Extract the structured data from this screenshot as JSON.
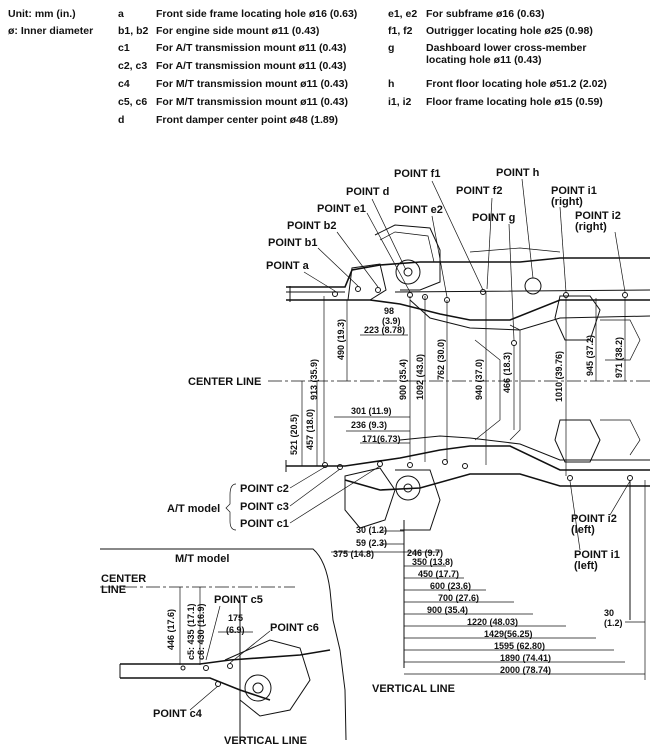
{
  "legend": {
    "unit": "Unit: mm (in.)",
    "diameter_note": "ø: Inner diameter",
    "left_items": [
      {
        "code": "a",
        "text": "Front side frame locating hole ø16 (0.63)"
      },
      {
        "code": "b1, b2",
        "text": "For engine side mount ø11 (0.43)"
      },
      {
        "code": "c1",
        "text": "For A/T transmission mount ø11 (0.43)"
      },
      {
        "code": "c2, c3",
        "text": "For A/T transmission mount ø11 (0.43)"
      },
      {
        "code": "c4",
        "text": "For M/T transmission mount ø11 (0.43)"
      },
      {
        "code": "c5, c6",
        "text": "For M/T transmission mount ø11 (0.43)"
      },
      {
        "code": "d",
        "text": "Front damper center point ø48 (1.89)"
      }
    ],
    "right_items": [
      {
        "code": "e1, e2",
        "text": "For subframe ø16 (0.63)"
      },
      {
        "code": "f1, f2",
        "text": "Outrigger locating hole ø25 (0.98)"
      },
      {
        "code": "g",
        "text": "Dashboard lower cross-member",
        "text2": "locating hole ø11 (0.43)"
      },
      {
        "code": "h",
        "text": "Front floor locating hole ø51.2 (2.02)"
      },
      {
        "code": "i1, i2",
        "text": "Floor frame locating hole ø15 (0.59)"
      }
    ]
  },
  "points": {
    "h": "POINT h",
    "f1": "POINT f1",
    "f2": "POINT f2",
    "d": "POINT d",
    "i1_right": "POINT i1",
    "i1_right_sub": "(right)",
    "e1": "POINT e1",
    "e2": "POINT e2",
    "g": "POINT g",
    "i2_right": "POINT i2",
    "i2_right_sub": "(right)",
    "b2": "POINT b2",
    "b1": "POINT b1",
    "a": "POINT a",
    "c2": "POINT c2",
    "c3": "POINT c3",
    "c1": "POINT c1",
    "i2_left": "POINT i2",
    "i2_left_sub": "(left)",
    "i1_left": "POINT i1",
    "i1_left_sub": "(left)",
    "c5": "POINT c5",
    "c6": "POINT c6",
    "c4": "POINT c4"
  },
  "labels": {
    "center_line": "CENTER LINE",
    "at_model": "A/T model",
    "mt_model": "M/T model",
    "inset_center_1": "CENTER",
    "inset_center_2": "LINE",
    "vertical_line": "VERTICAL LINE"
  },
  "dims": {
    "d98a": "98",
    "d98b": "(3.9)",
    "d223": "223 (8.78)",
    "d913": "913 (35.9)",
    "d490": "490 (19.3)",
    "d900": "900 (35.4)",
    "d1092": "1092 (43.0)",
    "d762": "762 (30.0)",
    "d940": "940 (37.0)",
    "d466": "466 (18.3)",
    "d1010": "1010 (39.76)",
    "d945": "945 (37.2)",
    "d971": "971 (38.2)",
    "d521": "521 (20.5)",
    "d457": "457 (18.0)",
    "d301": "301 (11.9)",
    "d236": "236 (9.3)",
    "d171": "171(6.73)",
    "d30a": "30 (1.2)",
    "d59": "59 (2.3)",
    "d375": "375 (14.8)",
    "d246": "246 (9.7)",
    "d350": "350 (13.8)",
    "d450": "450 (17.7)",
    "d600": "600 (23.6)",
    "d700": "700 (27.6)",
    "d900h": "900 (35.4)",
    "d1220": "1220 (48.03)",
    "d1429": "1429(56.25)",
    "d1595": "1595 (62.80)",
    "d1890": "1890 (74.41)",
    "d2000": "2000 (78.74)",
    "d30b": "30",
    "d30b2": "(1.2)",
    "d446": "446 (17.6)",
    "dc5": "c5: 435 (17.1)",
    "dc6": "c6: 430 (16.9)",
    "d175a": "175",
    "d175b": "(6.9)"
  }
}
